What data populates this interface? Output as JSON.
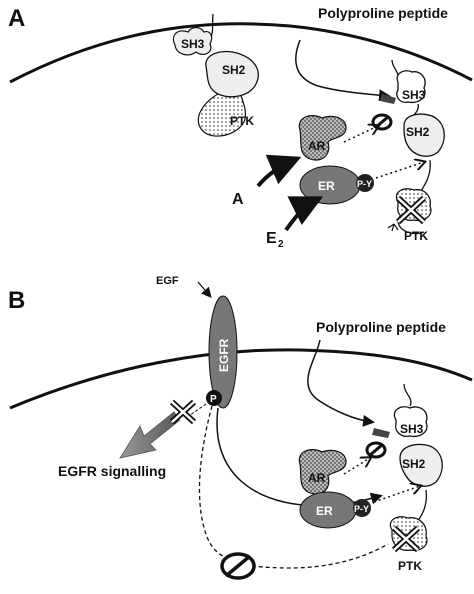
{
  "panel_a": {
    "label": "A",
    "title": "Polyproline peptide",
    "domains": {
      "sh3_top": "SH3",
      "sh2_top": "SH2",
      "ptk_top": "PTK",
      "sh3": "SH3",
      "sh2": "SH2",
      "ptk": "PTK",
      "ar": "AR",
      "er": "ER",
      "py": "P-Y"
    },
    "ligands": {
      "androgen": "A",
      "estradiol": "E",
      "estradiol_sub": "2"
    }
  },
  "panel_b": {
    "label": "B",
    "title": "Polyproline peptide",
    "egf": "EGF",
    "egfr": "EGFR",
    "phospho": "P",
    "signalling": "EGFR signalling",
    "domains": {
      "sh3": "SH3",
      "sh2": "SH2",
      "ptk": "PTK",
      "ar": "AR",
      "er": "ER",
      "py": "P-Y"
    }
  },
  "colors": {
    "stroke": "#111111",
    "domain_fill": "#eeeeee",
    "receptor_fill": "#777777",
    "ar_fill": "#999999"
  },
  "icons": [
    "inhibition-icon",
    "blocked-x-icon",
    "arrow-icon"
  ]
}
